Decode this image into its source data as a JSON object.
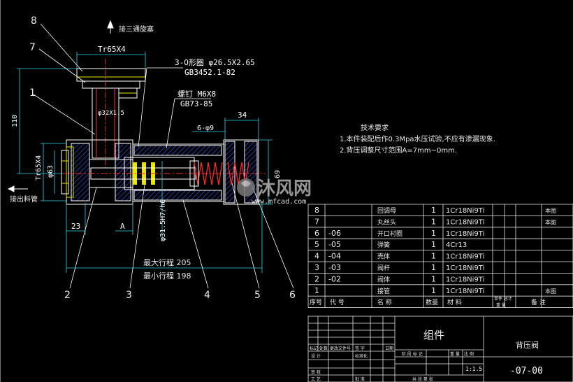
{
  "drawing": {
    "annot_top": "接三通旋塞",
    "annot_left": "接出料管",
    "dim_tr65x4_top": "Tr65X4",
    "dim_tr65x4_side": "Tr65X4",
    "dim_phi63": "φ63",
    "dim_phi32": "φ32X1.5",
    "dim_110": "110",
    "dim_23": "23",
    "dim_A": "A",
    "dim_34": "34",
    "dim_6phi9": "6-φ9",
    "dim_69": "69",
    "dim_phi31": "φ31.5H7/h6",
    "stroke_max": "最大行程 205",
    "stroke_min": "最小行程 198",
    "oring_label": "3-O形圈  φ26.5X2.65",
    "oring_std": "GB3452.1-82",
    "screw_label": "螺钉  M6X8",
    "screw_std": "GB73-85",
    "balloons": [
      "8",
      "7",
      "1",
      "2",
      "3",
      "4",
      "5",
      "6"
    ]
  },
  "tech": {
    "title": "技术要求",
    "line1": "1.本件装配后作0.3Mpa水压试验,不应有渗漏现象.",
    "line2": "2.背压调整尺寸范围A=7mm~0mm."
  },
  "bom": {
    "rows": [
      {
        "no": "8",
        "code": "",
        "name": "回调母",
        "qty": "1",
        "mat": "1Cr18Ni9Ti",
        "note": "本图"
      },
      {
        "no": "7",
        "code": "",
        "name": "丸丝头",
        "qty": "1",
        "mat": "1Cr18Ni9Ti",
        "note": "本图"
      },
      {
        "no": "6",
        "code": "-06",
        "name": "开口衬圈",
        "qty": "1",
        "mat": "1Cr18Ni9Ti",
        "note": ""
      },
      {
        "no": "5",
        "code": "-05",
        "name": "弹簧",
        "qty": "1",
        "mat": "4Cr13",
        "note": ""
      },
      {
        "no": "4",
        "code": "-04",
        "name": "壳体",
        "qty": "1",
        "mat": "1Cr18Ni9Ti",
        "note": ""
      },
      {
        "no": "3",
        "code": "-03",
        "name": "阀杆",
        "qty": "1",
        "mat": "1Cr18Ni9Ti",
        "note": ""
      },
      {
        "no": "2",
        "code": "-02",
        "name": "阀体",
        "qty": "1",
        "mat": "1Cr18Ni9Ti",
        "note": ""
      },
      {
        "no": "1",
        "code": "",
        "name": "接管",
        "qty": "1",
        "mat": "1Cr18Ni9Ti",
        "note": "本图"
      }
    ],
    "header": {
      "no": "序号",
      "code": "代    号",
      "name": "名    称",
      "qty": "数量",
      "mat": "材        料",
      "unit": "单件 总计",
      "weight": "重    量",
      "note": "备    注"
    }
  },
  "title_block": {
    "assembly": "组件",
    "part_name": "背压阀",
    "drawing_no": "-07-00",
    "scale": "1:1.5",
    "hdr_stage": "阶 段 标 记",
    "hdr_weight": "重 量",
    "hdr_scale": "比 例",
    "row_mark": "标记 处数",
    "row_change": "更改文件号",
    "row_sign": "签 字",
    "row_date": "日期",
    "design": "设 计",
    "standard": "标准化",
    "check": "审 核",
    "process": "工 艺",
    "approve": "批 准",
    "sheets": "共   张    第   张"
  },
  "watermark": {
    "brand": "沐风网",
    "url": "www.mfcad.com"
  },
  "colors": {
    "bg": "#000000",
    "line": "#ffffff",
    "yellow": "#e6e600",
    "red": "#ff2a2a",
    "cyan": "#29d6e6",
    "blue": "#3a5bff",
    "green": "#33cc33",
    "table": "#e8e8e8"
  }
}
